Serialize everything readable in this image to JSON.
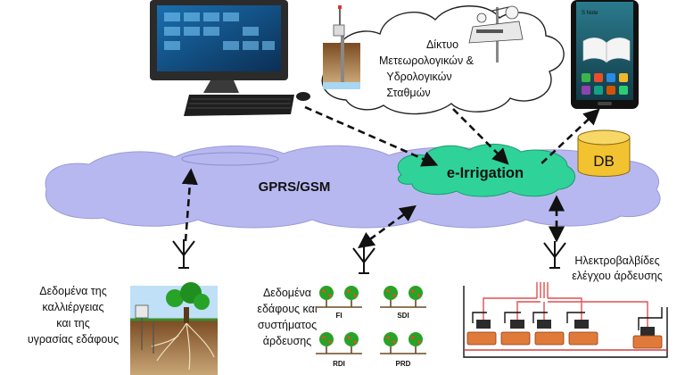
{
  "network": {
    "label": "GPRS/GSM",
    "cloud_color": "#b8b8f0"
  },
  "hub": {
    "label": "e-Irrigation",
    "cloud_color": "#2fd39a"
  },
  "database": {
    "label": "DB",
    "color": "#f2c230"
  },
  "stations": {
    "lines": [
      "Δίκτυο",
      "Μετεωρολογικών &",
      "Υδρολογικών",
      "Σταθμών"
    ]
  },
  "phone": {
    "brand": "S Note"
  },
  "crop_data": {
    "lines": [
      "Δεδομένα της",
      "καλλιέργειας",
      "και της",
      "υγρασίας εδάφους"
    ]
  },
  "soil_data": {
    "lines": [
      "Δεδομένα",
      "εδάφους και",
      "συστήματος",
      "άρδευσης"
    ]
  },
  "valves": {
    "lines": [
      "Ηλεκτροβαλβίδες",
      "ελέγχου άρδευσης"
    ]
  },
  "irrigation_methods": [
    "FI",
    "SDI",
    "RDI",
    "PRD"
  ],
  "colors": {
    "arrow": "#111111",
    "tree_leaf": "#27a327",
    "fruit": "#ff4422",
    "pipe": "#e05050"
  }
}
